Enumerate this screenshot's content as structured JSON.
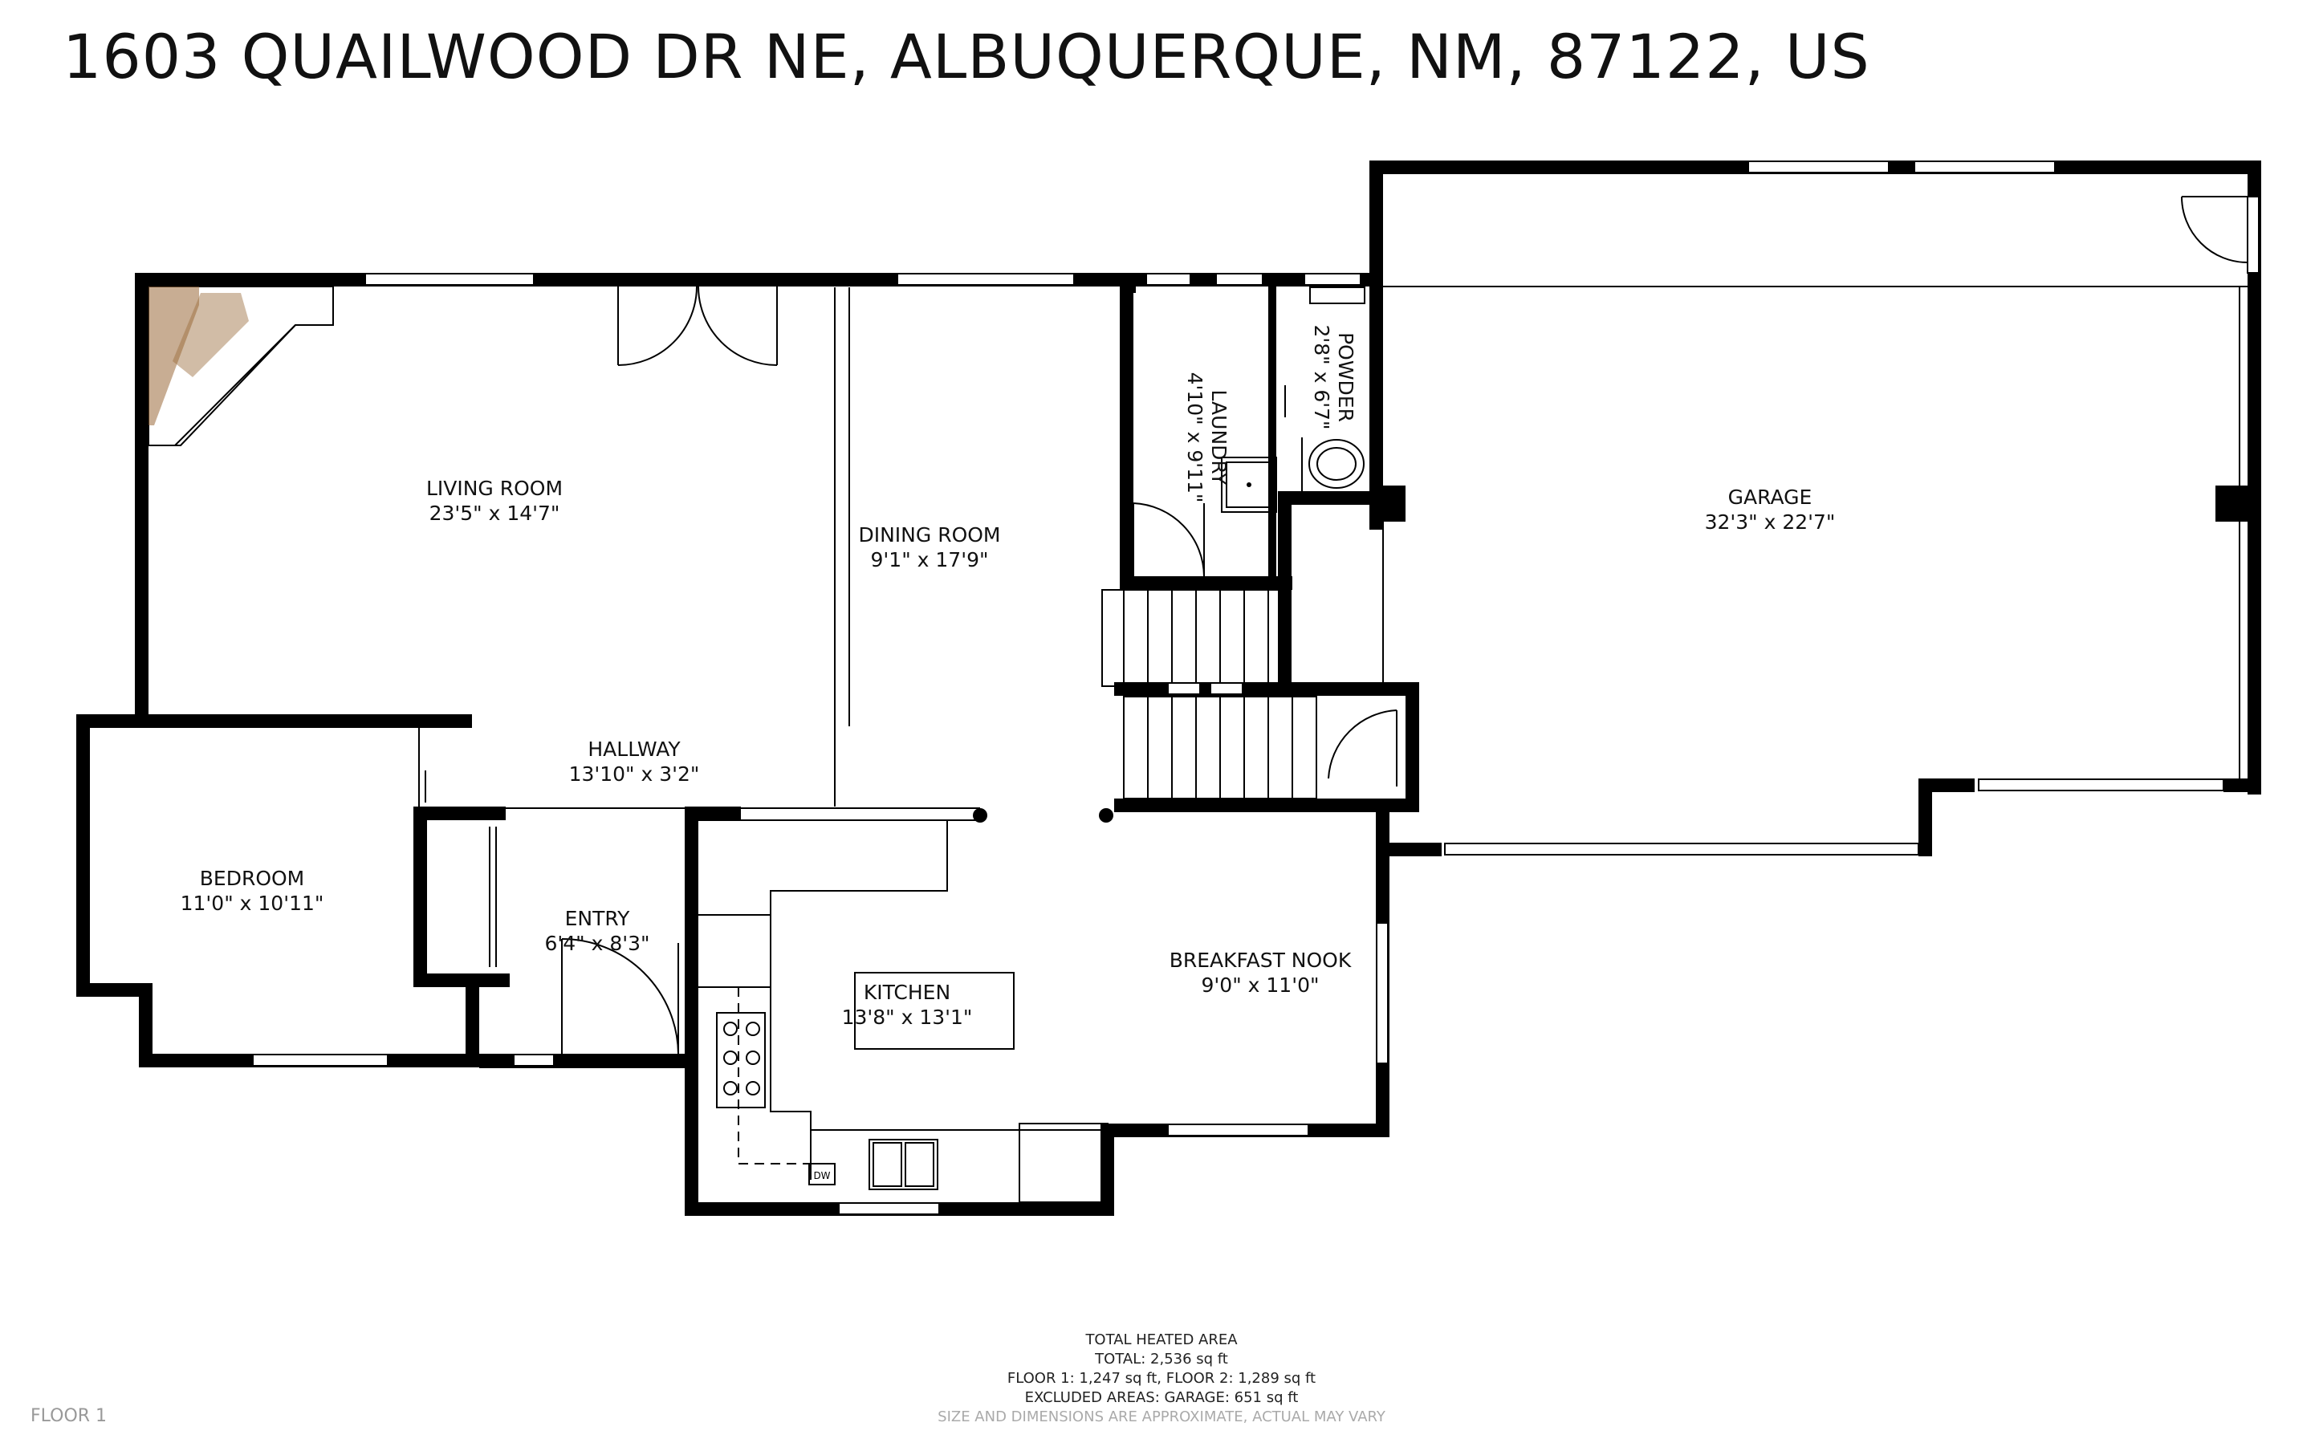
{
  "address": "1603 QUAILWOOD DR NE, ALBUQUERQUE, NM, 87122, US",
  "rooms": {
    "living": {
      "name": "LIVING ROOM",
      "dim": "23'5\" x 14'7\""
    },
    "dining": {
      "name": "DINING ROOM",
      "dim": "9'1\" x 17'9\""
    },
    "laundry": {
      "name": "LAUNDRY",
      "dim": "4'10\" x 9'11\""
    },
    "powder": {
      "name": "POWDER",
      "dim": "2'8\" x 6'7\""
    },
    "garage": {
      "name": "GARAGE",
      "dim": "32'3\" x 22'7\""
    },
    "hallway": {
      "name": "HALLWAY",
      "dim": "13'10\" x 3'2\""
    },
    "bedroom": {
      "name": "BEDROOM",
      "dim": "11'0\" x 10'11\""
    },
    "entry": {
      "name": "ENTRY",
      "dim": "6'4\" x 8'3\""
    },
    "kitchen": {
      "name": "KITCHEN",
      "dim": "13'8\" x 13'1\""
    },
    "nook": {
      "name": "BREAKFAST NOOK",
      "dim": "9'0\" x 11'0\""
    }
  },
  "appliance_dw": "DW",
  "summary": {
    "heading": "TOTAL HEATED AREA",
    "total": "TOTAL: 2,536 sq ft",
    "floors": "FLOOR 1: 1,247 sq ft, FLOOR 2: 1,289 sq ft",
    "excluded": "EXCLUDED AREAS: GARAGE: 651 sq ft"
  },
  "floor_label": "FLOOR 1",
  "disclaimer": "SIZE AND DIMENSIONS ARE APPROXIMATE, ACTUAL MAY VARY"
}
